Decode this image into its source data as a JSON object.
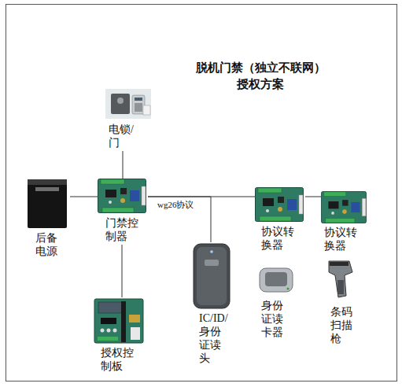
{
  "diagram": {
    "title": "脱机门禁（独立不联网） 授权方案",
    "nodes": [
      {
        "text": [
          "电锁/门"
        ]
      },
      {
        "text": [
          "后备电源"
        ]
      },
      {
        "text": [
          "门禁控制器"
        ]
      },
      {
        "text": [
          "协议转换器"
        ]
      },
      {
        "text": [
          "协议转换器"
        ]
      },
      {
        "text": [
          "IC/ID/身份证读头"
        ]
      },
      {
        "text": [
          "身份证读卡器"
        ]
      },
      {
        "text": [
          "条码扫描枪"
        ]
      },
      {
        "text": [
          "授权控制板"
        ]
      }
    ],
    "edges": [
      {
        "from": 2,
        "to": 0,
        "arrow": "none"
      },
      {
        "from": 1,
        "to": 2,
        "arrow": "none"
      },
      {
        "from": 2,
        "to": 3,
        "label": "wg26协议",
        "arrow": "none"
      },
      {
        "from": 2,
        "to": 5,
        "arrow": "none"
      },
      {
        "from": 3,
        "to": 4,
        "arrow": "none"
      },
      {
        "from": 2,
        "to": 8,
        "arrow": "none"
      }
    ]
  }
}
